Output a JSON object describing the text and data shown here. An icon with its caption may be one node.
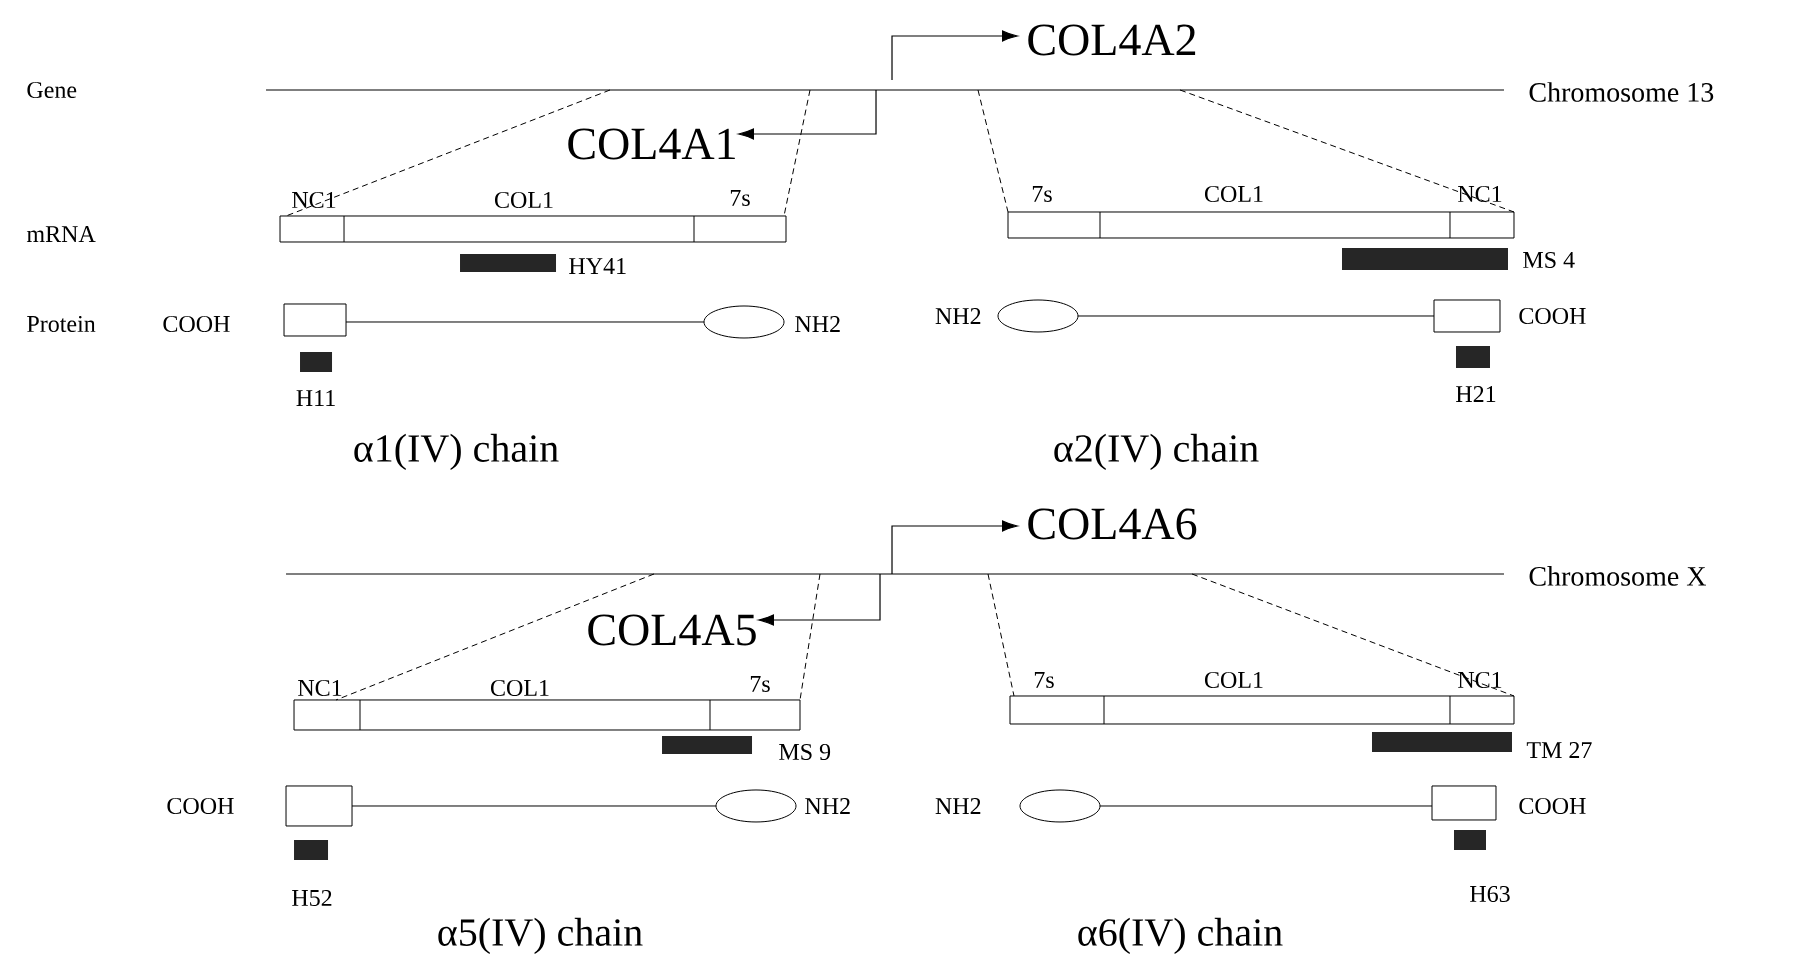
{
  "diagram": {
    "labels": [
      "COL4A2",
      "Gene",
      "Chromosome 13",
      "COL4A1",
      "NC1",
      "COL1",
      "7s",
      "7s",
      "COL1",
      "NC1",
      "mRNA",
      "HY41",
      "MS 4",
      "Protein",
      "COOH",
      "NH2",
      "NH2",
      "COOH",
      "H11",
      "H21",
      "α1(IV) chain",
      "α2(IV) chain",
      "COL4A6",
      "Chromosome X",
      "COL4A5",
      "NC1",
      "COL1",
      "7s",
      "7s",
      "COL1",
      "NC1",
      "MS 9",
      "TM 27",
      "COOH",
      "NH2",
      "NH2",
      "COOH",
      "H52",
      "H63",
      "α5(IV) chain",
      "α6(IV) chain"
    ]
  }
}
